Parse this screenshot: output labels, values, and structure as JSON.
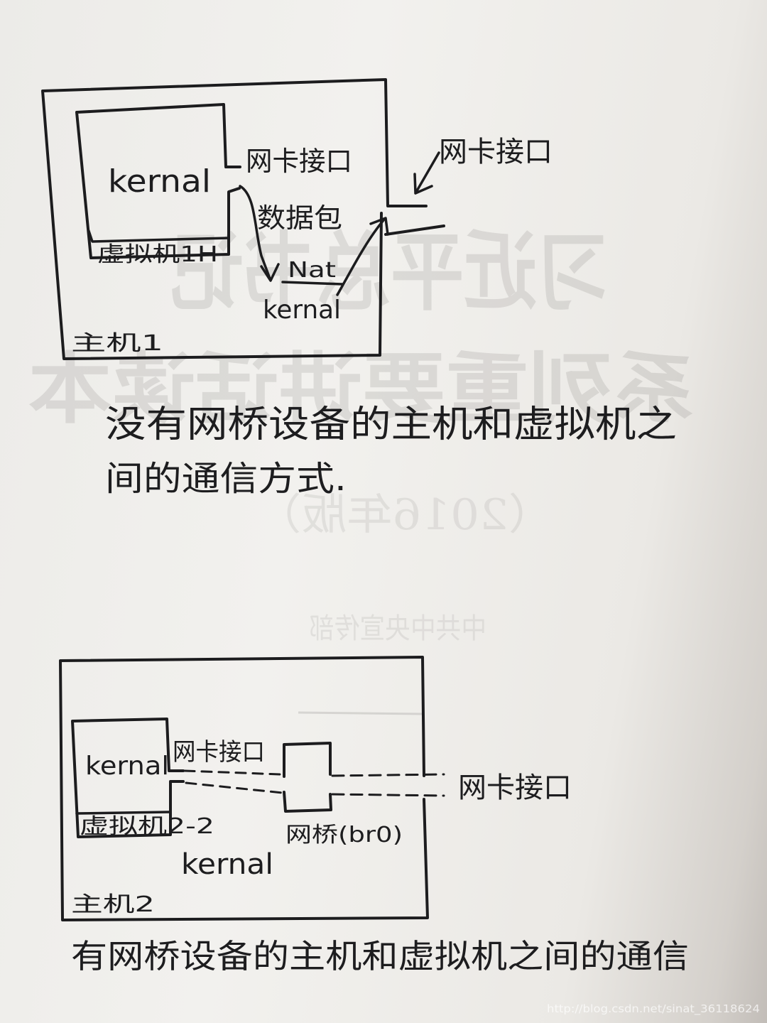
{
  "diagram1": {
    "vm_kernel": "kernal",
    "vm_label": "虚拟机1H",
    "nic_top": "网卡接口",
    "packet": "数据包",
    "nat": "Nat",
    "host_kernel": "kernal",
    "host_label": "主机1",
    "external_nic": "网卡接口",
    "caption_line1": "没有网桥设备的主机和虚拟机之",
    "caption_line2": "间的通信方式."
  },
  "diagram2": {
    "vm_kernel": "kernal",
    "vm_label": "虚拟机2-2",
    "nic": "网卡接口",
    "bridge": "网桥(br0)",
    "host_kernel": "kernal",
    "host_label": "主机2",
    "external_nic": "网卡接口",
    "caption": "有网桥设备的主机和虚拟机之间的通信"
  },
  "background_print": {
    "line1": "习近平总书记",
    "line2": "系列重要讲话读本",
    "line3": "（2016年版）",
    "line4": "中共中央宣传部"
  },
  "watermark": "http://blog.csdn.net/sinat_36118624"
}
